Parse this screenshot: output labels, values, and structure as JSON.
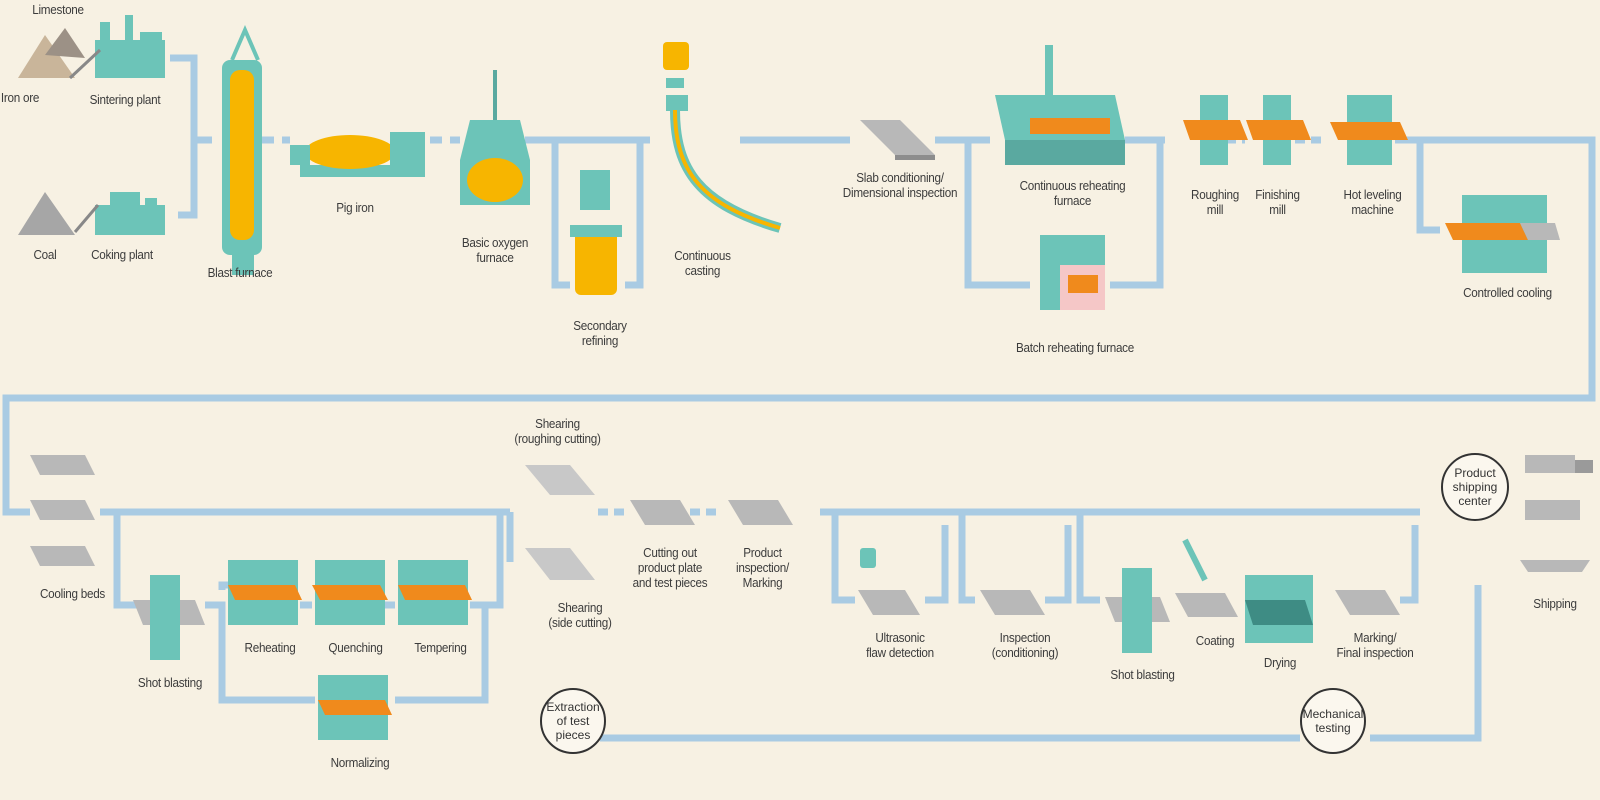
{
  "labels": {
    "limestone": "Limestone",
    "iron_ore": "Iron ore",
    "sintering_plant": "Sintering plant",
    "coal": "Coal",
    "coking_plant": "Coking plant",
    "blast_furnace": "Blast furnace",
    "pig_iron": "Pig iron",
    "basic_oxygen_furnace": "Basic oxygen\nfurnace",
    "secondary_refining": "Secondary\nrefining",
    "continuous_casting": "Continuous\ncasting",
    "slab_conditioning": "Slab conditioning/\nDimensional inspection",
    "continuous_reheating_furnace": "Continuous reheating\nfurnace",
    "batch_reheating_furnace": "Batch reheating furnace",
    "roughing_mill": "Roughing\nmill",
    "finishing_mill": "Finishing\nmill",
    "hot_leveling_machine": "Hot leveling\nmachine",
    "controlled_cooling": "Controlled cooling",
    "cooling_beds": "Cooling beds",
    "shot_blasting_1": "Shot blasting",
    "reheating": "Reheating",
    "quenching": "Quenching",
    "tempering": "Tempering",
    "normalizing": "Normalizing",
    "shearing_roughing": "Shearing\n(roughing cutting)",
    "shearing_side": "Shearing\n(side cutting)",
    "cutting_out": "Cutting out\nproduct plate\nand test pieces",
    "product_inspection": "Product\ninspection/\nMarking",
    "ultrasonic": "Ultrasonic\nflaw detection",
    "inspection_conditioning": "Inspection\n(conditioning)",
    "shot_blasting_2": "Shot blasting",
    "coating": "Coating",
    "drying": "Drying",
    "marking_final": "Marking/\nFinal inspection",
    "shipping": "Shipping",
    "product_shipping_center": "Product\nshipping\ncenter",
    "extraction_test_pieces": "Extraction\nof test\npieces",
    "mechanical_testing": "Mechanical\ntesting"
  },
  "colors": {
    "background": "#f7f1e3",
    "flow_line": "#a9cbe3",
    "equipment": "#6cc4b8",
    "steel_plate": "#f08a1c",
    "molten_iron": "#f7b500",
    "slab": "#b8b8b8"
  }
}
